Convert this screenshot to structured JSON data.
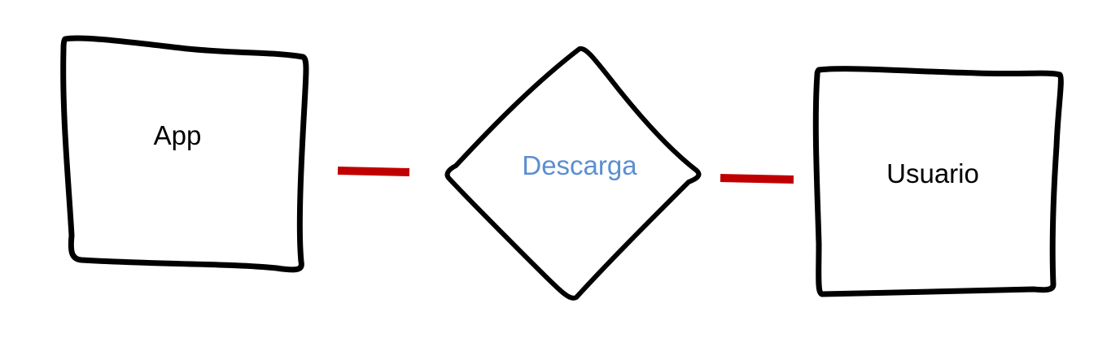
{
  "diagram": {
    "nodes": {
      "app": {
        "label": "App",
        "shape": "rectangle",
        "text_color": "#000000"
      },
      "descarga": {
        "label": "Descarga",
        "shape": "diamond",
        "text_color": "#5b8fd0"
      },
      "usuario": {
        "label": "Usuario",
        "shape": "rectangle",
        "text_color": "#000000"
      }
    },
    "edges": [
      {
        "from": "app",
        "to": "descarga",
        "color": "#c00000"
      },
      {
        "from": "descarga",
        "to": "usuario",
        "color": "#c00000"
      }
    ],
    "style": {
      "outline_color": "#000000",
      "connector_color": "#c00000",
      "background": "#ffffff"
    }
  }
}
